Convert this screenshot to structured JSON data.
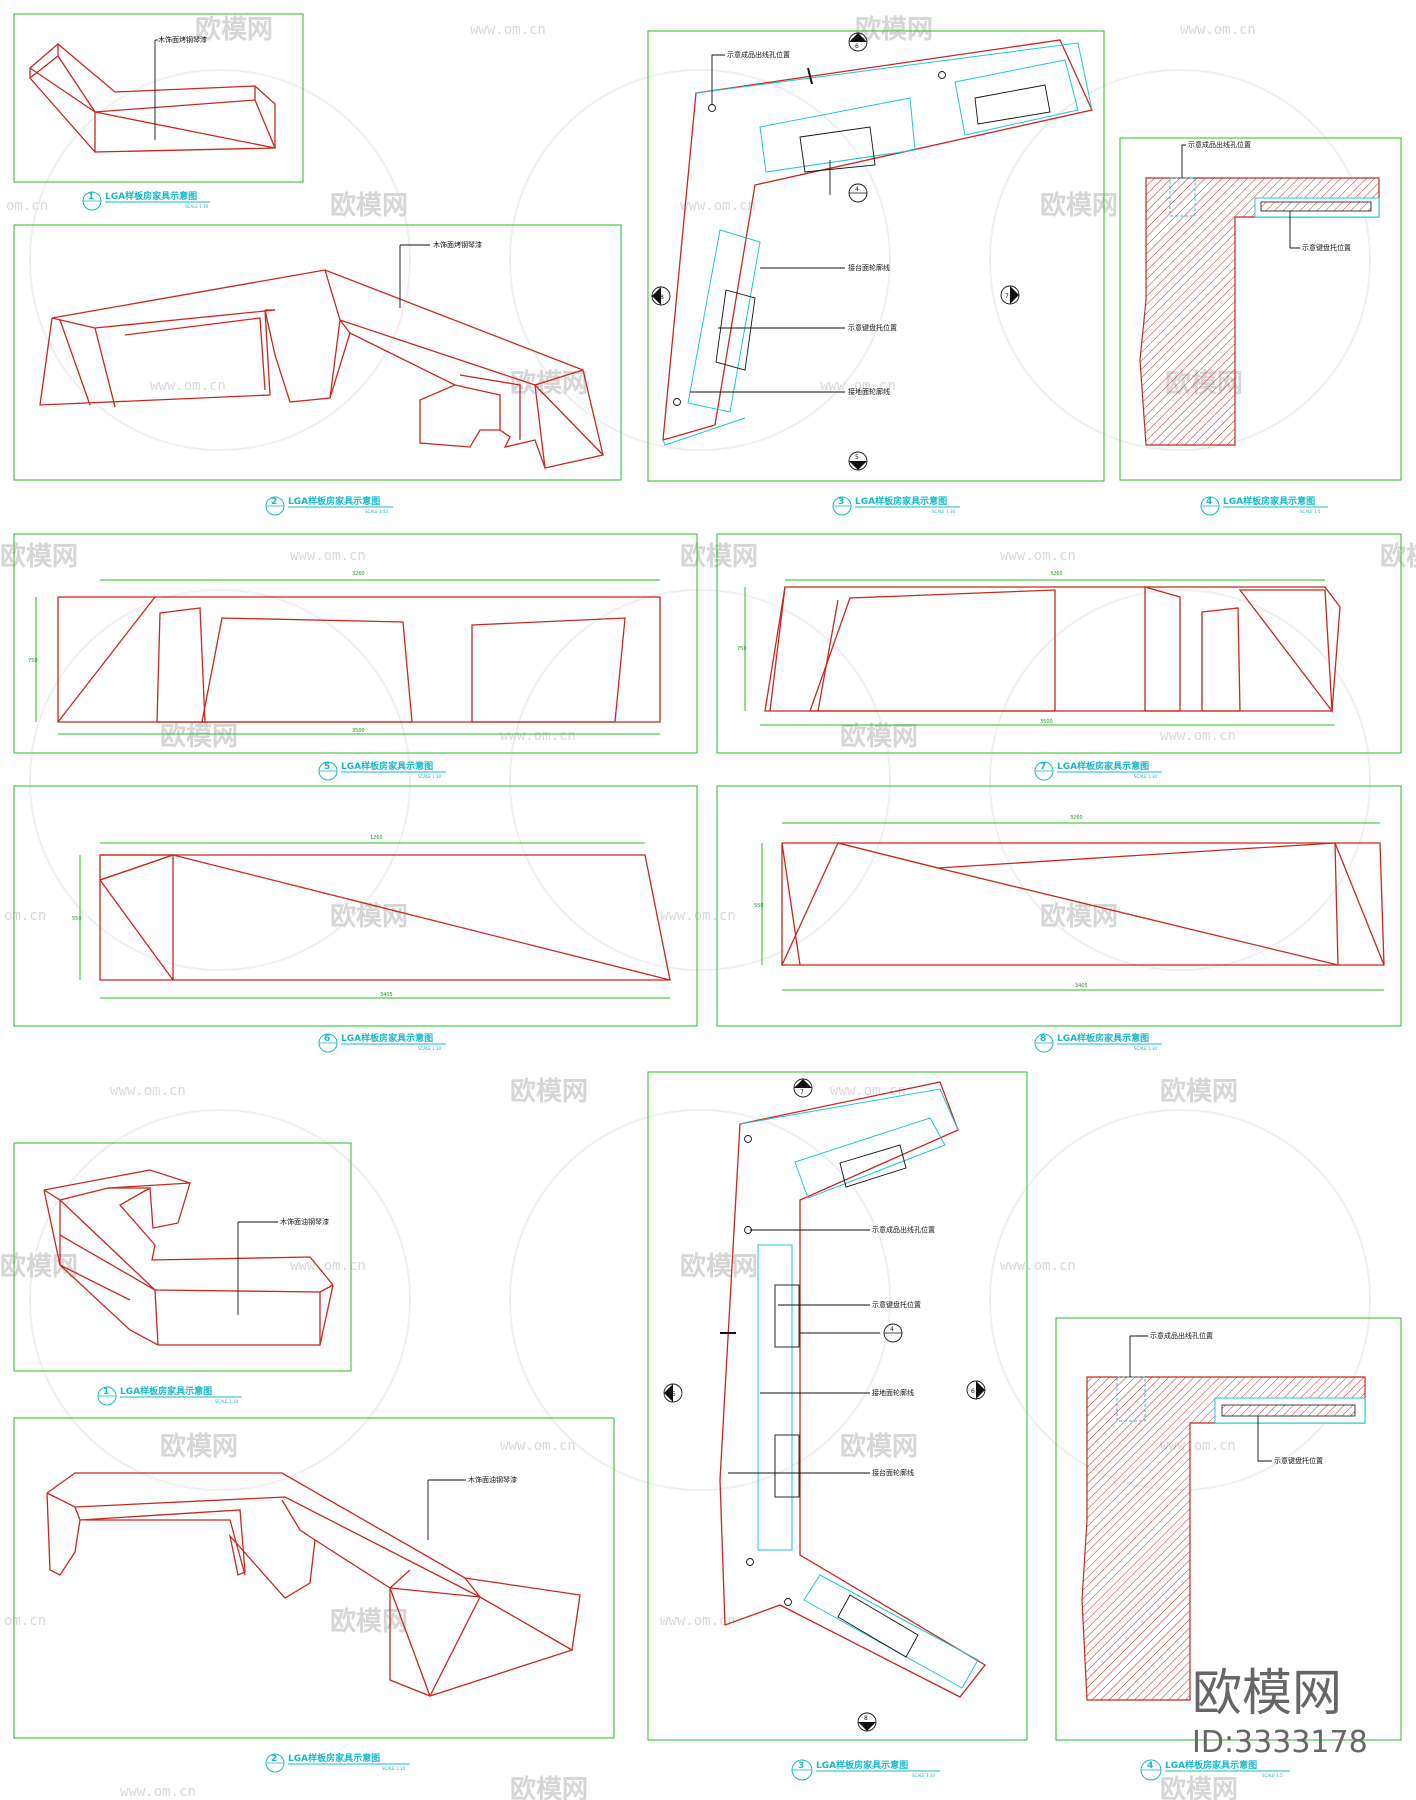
{
  "drawing_title": "LGA样板房家具示意图",
  "labels": {
    "wood_paint": "木饰面烤钢琴漆",
    "wood_paint_alt": "木饰面油钢琴漆",
    "outlet_hole": "示意成品出线孔位置",
    "outlet_hole_alt": "示意成品出线孔位置",
    "desk_outline": "接台面轮廓线",
    "keyboard_tray": "示意键盘托位置",
    "floor_outline": "接地面轮廓线",
    "floor_outline_alt": "接地面轮廓线"
  },
  "scales": {
    "s1": "SCALE 1:30",
    "s2": "SCALE 1:10",
    "s3": "SCALE 1:30",
    "s4": "SCALE 1:5",
    "s5": "SCALE 1:30",
    "s6": "SCALE 1:30",
    "s7": "SCALE 1:30",
    "s8": "SCALE 1:30"
  },
  "numbers": {
    "n1": "1",
    "n2": "2",
    "n3": "3",
    "n4": "4",
    "n5": "5",
    "n6": "6",
    "n7": "7",
    "n8": "8"
  },
  "dims": {
    "d5_top": "3260",
    "d5_bot": "3500",
    "d5_side": "750",
    "d7_top": "3260",
    "d7_bot": "3500",
    "d7_side": "750",
    "d6_top": "1260",
    "d6_bot": "3405",
    "d6_side": "550",
    "d8_top": "3260",
    "d8_bot": "3405",
    "d8_side": "550"
  },
  "watermark": {
    "brand": "欧模网",
    "url": "www.om.cn",
    "url_short": "om.cn",
    "id_text": "ID:3333178"
  },
  "colors": {
    "frame": "#22c022",
    "object": "#c8281e",
    "leader": "#111111",
    "cyan": "#1ec8d2"
  }
}
